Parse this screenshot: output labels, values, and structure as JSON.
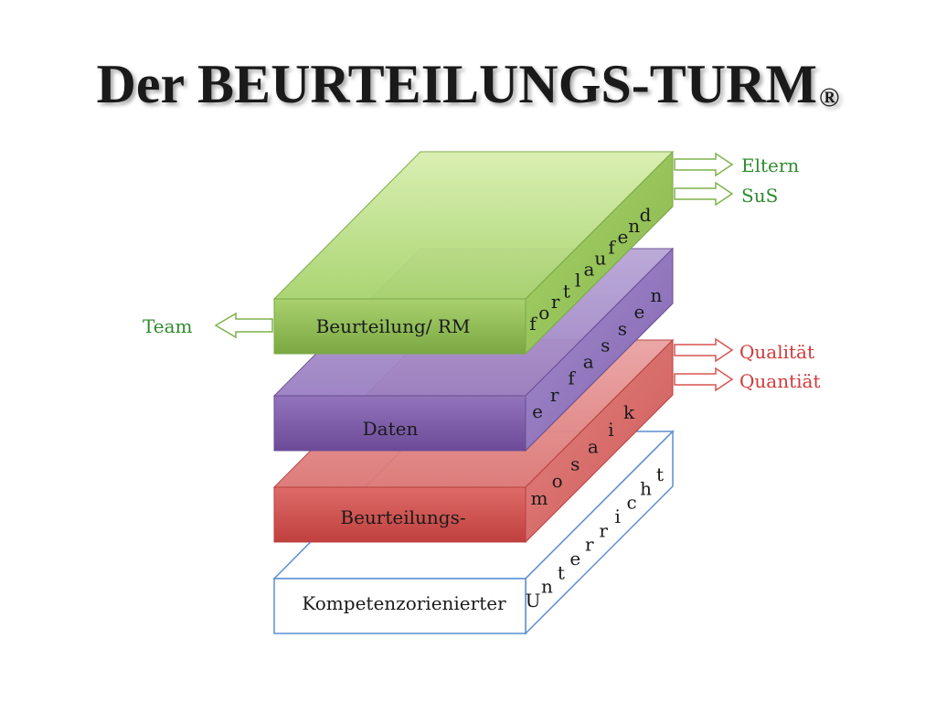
{
  "title": {
    "main": "Der BEURTEILUNGS-TURM",
    "mark": "®"
  },
  "layers": [
    {
      "id": "green",
      "front_label": "Beurteilung/ RM",
      "side_word": "fortlaufend"
    },
    {
      "id": "purple",
      "front_label": "Daten",
      "side_word": "erfassen"
    },
    {
      "id": "red",
      "front_label": "Beurteilungs-",
      "side_word": "mosaik"
    },
    {
      "id": "white",
      "front_label": "Kompetenzorienierter",
      "side_word": "Unterricht"
    }
  ],
  "arrows": {
    "team": "Team",
    "eltern": "Eltern",
    "sus": "SuS",
    "qualitaet": "Qualität",
    "quantitaet": "Quantiät"
  },
  "colors": {
    "green": "#8fbe55",
    "purple": "#7e5aa8",
    "red": "#d0504e",
    "blue_outline": "#5b8ed0",
    "green_text": "#2e8b2e",
    "red_text": "#d23a3a"
  }
}
